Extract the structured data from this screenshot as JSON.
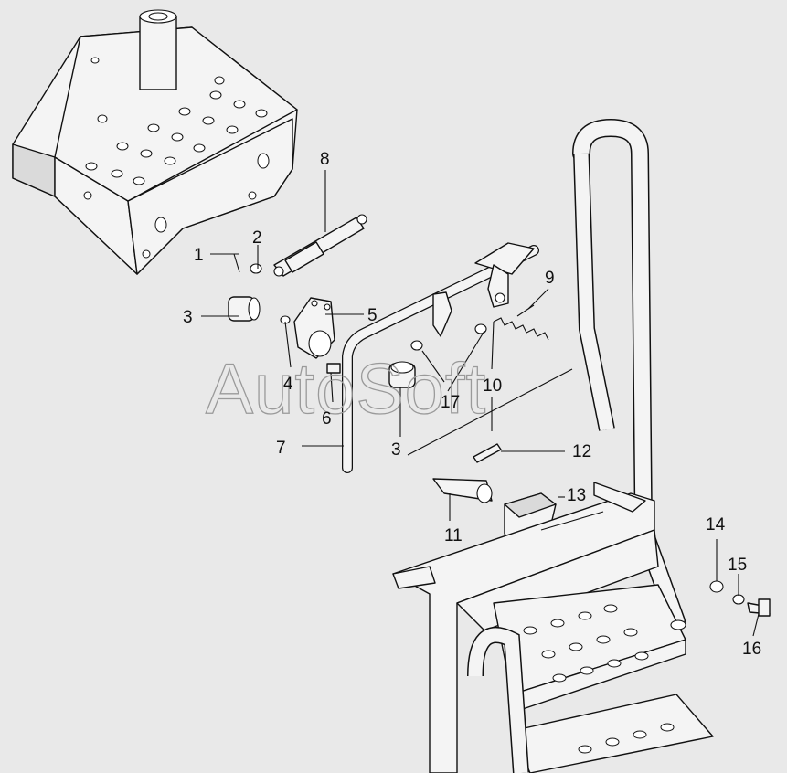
{
  "watermark": "AutoSoft",
  "callouts": [
    {
      "id": "c1",
      "text": "1"
    },
    {
      "id": "c2",
      "text": "2"
    },
    {
      "id": "c3a",
      "text": "3"
    },
    {
      "id": "c4",
      "text": "4"
    },
    {
      "id": "c5",
      "text": "5"
    },
    {
      "id": "c6",
      "text": "6"
    },
    {
      "id": "c7",
      "text": "7"
    },
    {
      "id": "c8",
      "text": "8"
    },
    {
      "id": "c9",
      "text": "9"
    },
    {
      "id": "c10",
      "text": "10"
    },
    {
      "id": "c17",
      "text": "17"
    },
    {
      "id": "c3b",
      "text": "3"
    },
    {
      "id": "c12",
      "text": "12"
    },
    {
      "id": "c11",
      "text": "11"
    },
    {
      "id": "c13",
      "text": "13"
    },
    {
      "id": "c14",
      "text": "14"
    },
    {
      "id": "c15",
      "text": "15"
    },
    {
      "id": "c16",
      "text": "16"
    }
  ]
}
